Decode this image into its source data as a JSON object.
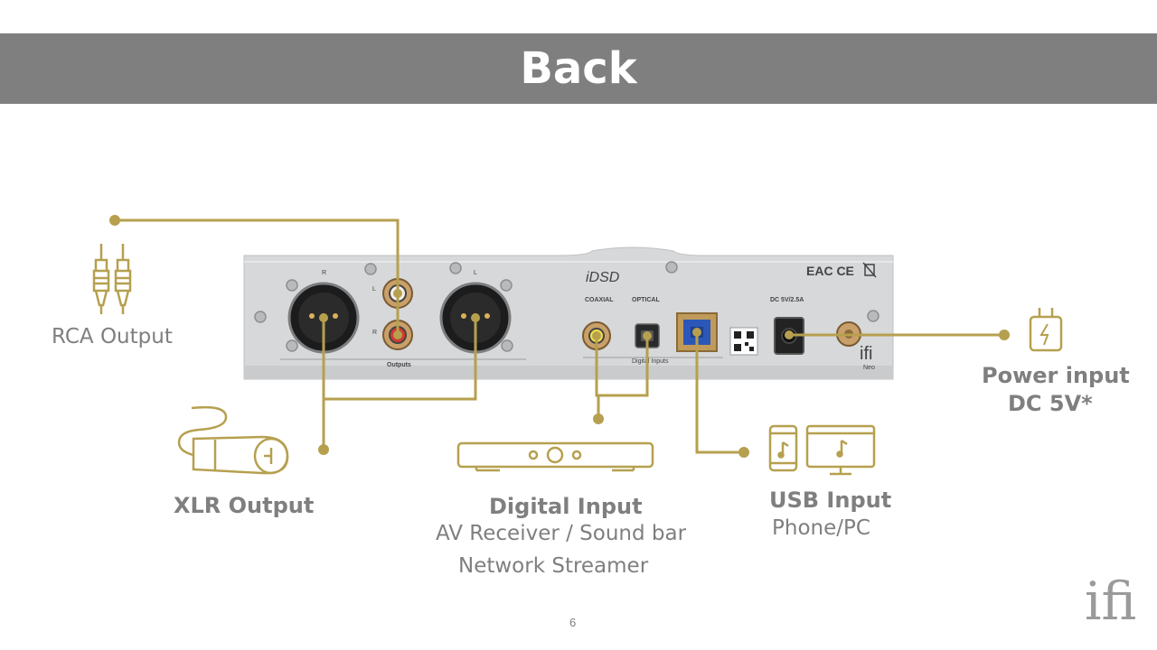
{
  "title": "Back",
  "labels": {
    "rca": "RCA Output",
    "xlr": "XLR Output",
    "digital": "Digital Input",
    "digital_sub1": "AV Receiver /  Sound bar",
    "digital_sub2": "Network Streamer",
    "usb": "USB Input",
    "usb_sub": "Phone/PC",
    "power": "Power input",
    "power_sub": "DC 5V*"
  },
  "device_text": {
    "model": "iDSD",
    "coaxial": "COAXIAL",
    "optical": "OPTICAL",
    "dc": "DC 5V/2.5A",
    "outputs": "Outputs",
    "digital_inputs": "Digital Inputs",
    "brand": "ifi",
    "sub_brand": "Neo",
    "ch_r": "R",
    "ch_l": "L"
  },
  "page_number": "6",
  "logo": "ifi",
  "colors": {
    "accent": "#b6a04f",
    "header_bg": "#7f7f7f",
    "label_gray": "#7f7f7f",
    "chassis": "#d4d6d8"
  },
  "icons": [
    "rca-plug-icon",
    "xlr-cable-icon",
    "receiver-icon",
    "phone-icon",
    "monitor-icon",
    "power-plug-icon"
  ]
}
